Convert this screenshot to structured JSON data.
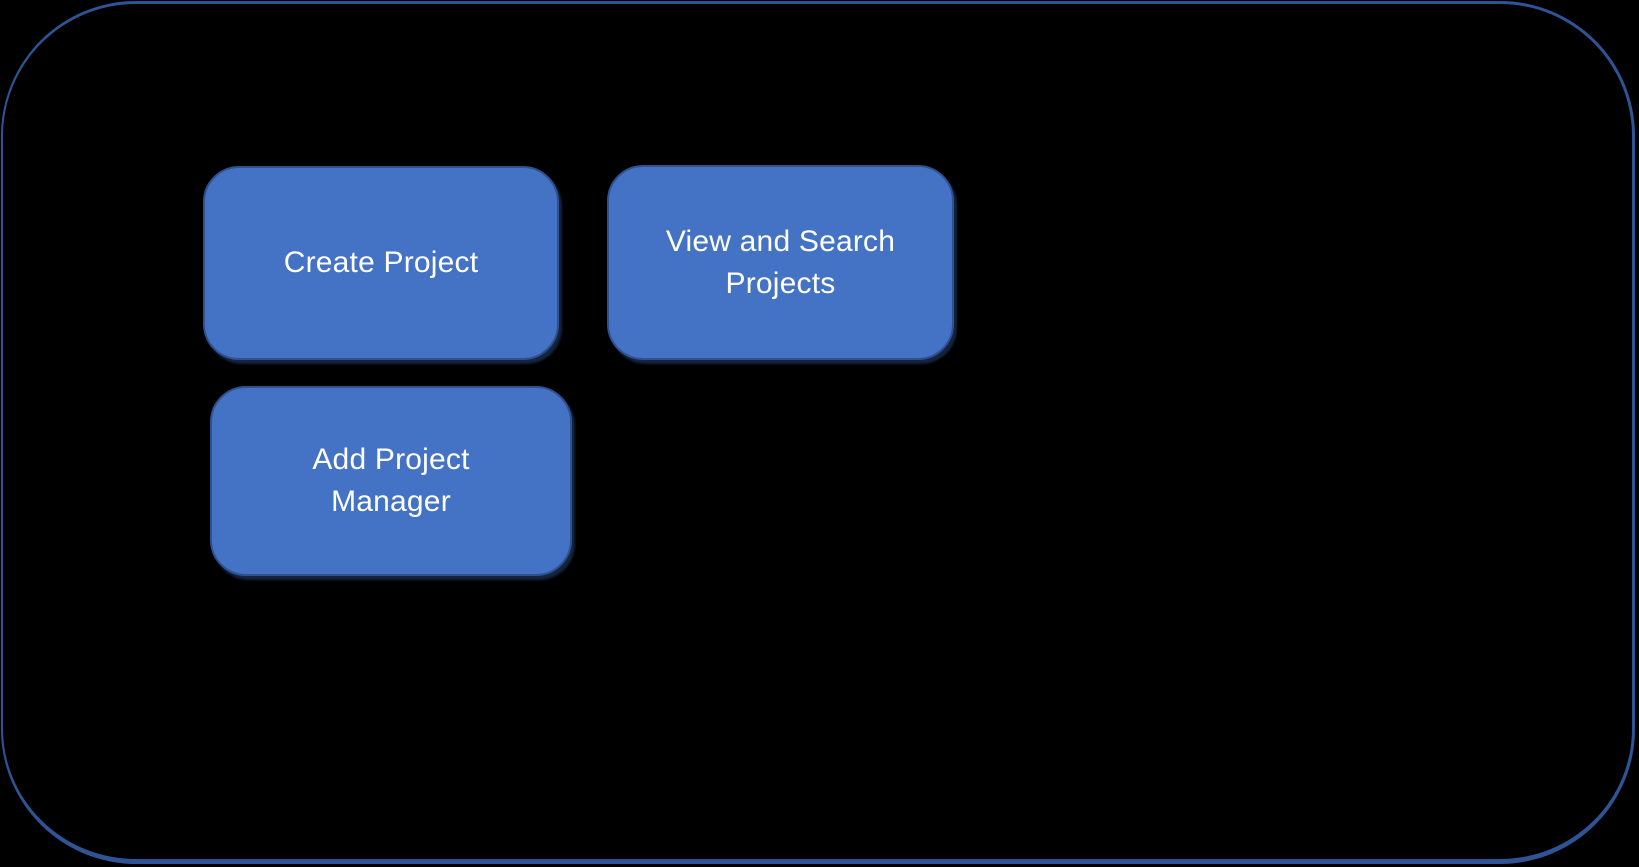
{
  "panel": {
    "description": "rounded rectangle frame",
    "border_color": "#2F5496",
    "background": "#000000"
  },
  "buttons": [
    {
      "label": "Create Project"
    },
    {
      "label": "View and Search\nProjects"
    },
    {
      "label": "Add Project\nManager"
    }
  ],
  "colors": {
    "page_background": "#000000",
    "button_fill": "#4472C4",
    "button_border": "#2F528F",
    "button_text": "#FFFFFF",
    "frame_border": "#2F5496"
  }
}
